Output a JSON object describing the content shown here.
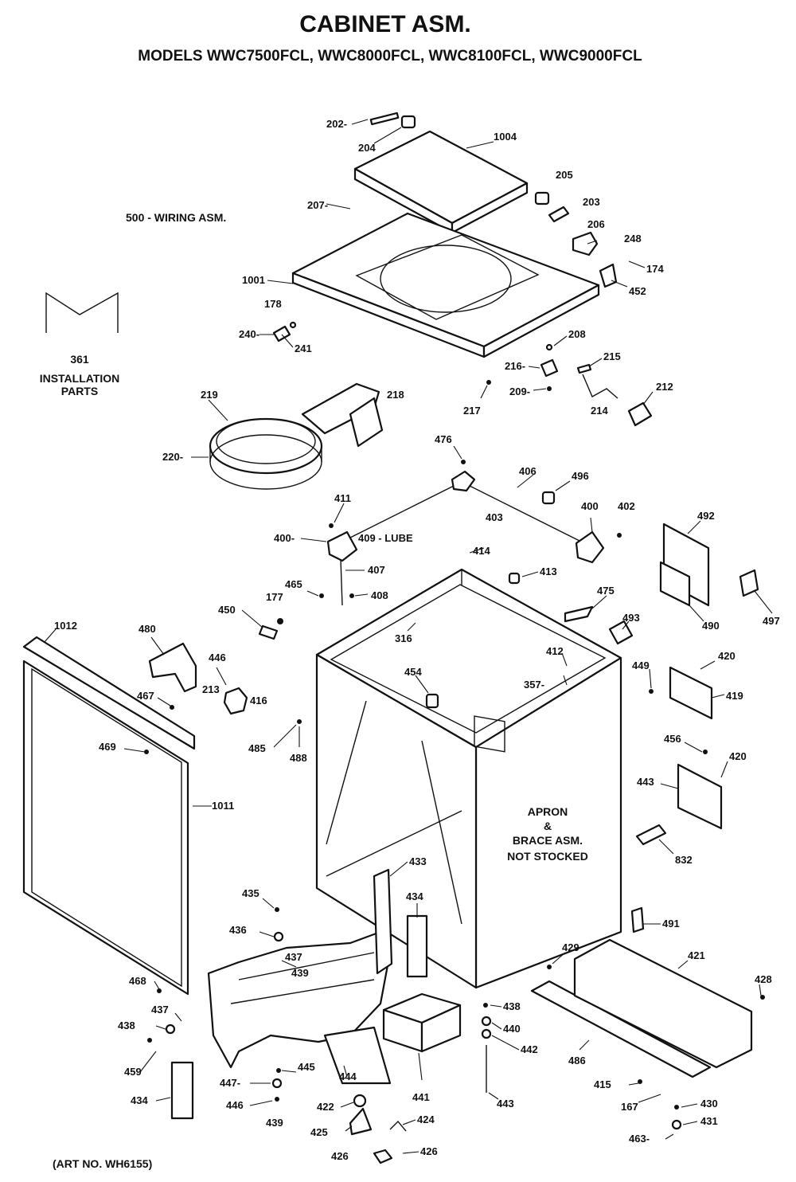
{
  "title": "CABINET ASM.",
  "subtitle": "MODELS WWC7500FCL, WWC8000FCL, WWC8100FCL, WWC9000FCL",
  "notes": {
    "wiring": "500 - WIRING ASM.",
    "install_number": "361",
    "install_line1": "INSTALLATION",
    "install_line2": "PARTS",
    "apron_line1": "APRON",
    "apron_line2": "&",
    "apron_line3": "BRACE ASM.",
    "apron_line4": "NOT STOCKED",
    "art_no": "(ART NO. WH6155)",
    "lube": "409 - LUBE"
  },
  "labels": {
    "l202": "202-",
    "l204": "204",
    "l1004": "1004",
    "l205": "205",
    "l203": "203",
    "l206": "206",
    "l207": "207-",
    "l248": "248",
    "l174": "174",
    "l452": "452",
    "l1001": "1001",
    "l178": "178",
    "l240": "240-",
    "l241": "241",
    "l208": "208",
    "l215": "215",
    "l216": "216-",
    "l209": "209-",
    "l217": "217",
    "l214": "214",
    "l212": "212",
    "l219": "219",
    "l218": "218",
    "l220": "220-",
    "l476": "476",
    "l406": "406",
    "l496": "496",
    "l403": "403",
    "l400a": "400",
    "l402": "402",
    "l411": "411",
    "l400b": "400-",
    "l407": "407",
    "l414": "414",
    "l413": "413",
    "l465": "465",
    "l408": "408",
    "l475": "475",
    "l492": "492",
    "l177": "177",
    "l450": "450",
    "l316": "316",
    "l493": "493",
    "l490": "490",
    "l497": "497",
    "l1012": "1012",
    "l480": "480",
    "l412": "412",
    "l449": "449",
    "l420a": "420",
    "l446": "446",
    "l467": "467",
    "l213": "213",
    "l416": "416",
    "l454": "454",
    "l357": "357-",
    "l419": "419",
    "l469": "469",
    "l485": "485",
    "l488": "488",
    "l456": "456",
    "l420b": "420",
    "l443": "443",
    "l1011": "1011",
    "l832": "832",
    "l433": "433",
    "l435": "435",
    "l434a": "434",
    "l491": "491",
    "l436": "436",
    "l421": "421",
    "l437": "437",
    "l439": "439",
    "l429": "429",
    "l428": "428",
    "l468": "468",
    "l437b": "437",
    "l438": "438",
    "l438b": "438",
    "l440": "440",
    "l442": "442",
    "l486": "486",
    "l459": "459",
    "l445": "445",
    "l444": "444",
    "l441": "441",
    "l443b": "443",
    "l447": "447-",
    "l415": "415",
    "l434b": "434",
    "l446b": "446",
    "l422": "422",
    "l424": "424",
    "l167": "167",
    "l430": "430",
    "l439b": "439",
    "l425": "425",
    "l431": "431",
    "l463": "463-",
    "l426": "426",
    "l426b": "426"
  }
}
